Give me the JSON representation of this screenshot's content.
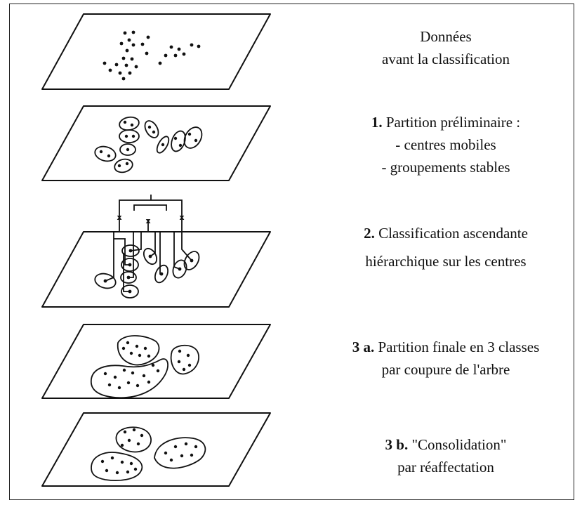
{
  "steps": [
    {
      "id": "data",
      "lines": [
        {
          "bold": "",
          "text": "Données"
        },
        {
          "bold": "",
          "text": "avant la classification"
        }
      ]
    },
    {
      "id": "preliminary",
      "lines": [
        {
          "bold": "1.",
          "text": " Partition préliminaire :"
        },
        {
          "bold": "",
          "text": "- centres mobiles"
        },
        {
          "bold": "",
          "text": "- groupements stables"
        }
      ]
    },
    {
      "id": "hierarchical",
      "lines": [
        {
          "bold": "2.",
          "text": " Classification ascendante"
        },
        {
          "bold": "",
          "text": "hiérarchique sur les centres"
        }
      ]
    },
    {
      "id": "final-partition",
      "lines": [
        {
          "bold": "3 a.",
          "text": " Partition finale en 3 classes"
        },
        {
          "bold": "",
          "text": "par coupure de l'arbre"
        }
      ]
    },
    {
      "id": "consolidation",
      "lines": [
        {
          "bold": "3 b.",
          "text": " \"Consolidation\""
        },
        {
          "bold": "",
          "text": "par réaffectation"
        }
      ]
    }
  ],
  "dendrogram_node_marker": "x"
}
